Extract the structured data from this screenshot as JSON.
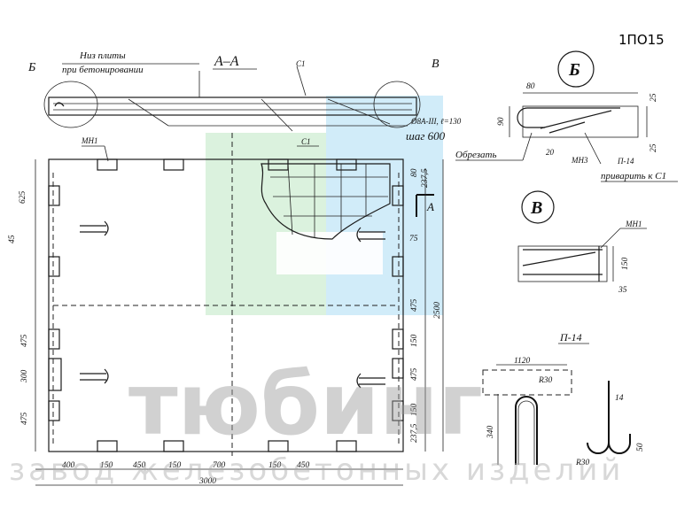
{
  "sheet_code": "1ПО15",
  "section_title": "А–А",
  "callouts": {
    "b": "Б",
    "v": "В",
    "a_mark": "А"
  },
  "notes": {
    "niz_plity": "Низ плиты",
    "pri_betonirovanii": "при бетонировании",
    "rebar_spec": "Ø8А-III, ℓ=130",
    "shag": "шаг 600",
    "obrezat": "Обрезать",
    "privarit": "приварить к С1",
    "mesh_label": "МН1",
    "mesh3_label": "МН3",
    "frame_label": "С1",
    "loop_label": "П-14",
    "loop_title": "П-14"
  },
  "plan_dims": {
    "bottom": [
      "400",
      "150",
      "450",
      "150",
      "700",
      "150",
      "450"
    ],
    "overall_width": "3000",
    "left": [
      "625",
      "475",
      "300",
      "475"
    ],
    "left_small": "45",
    "right": [
      "75",
      "475",
      "150",
      "475",
      "150",
      "237,5"
    ],
    "right_top": [
      "80",
      "237,5"
    ],
    "overall_height": "2500"
  },
  "detail_b_dims": [
    "80",
    "25",
    "90",
    "25",
    "20"
  ],
  "detail_v_dims": [
    "150",
    "35"
  ],
  "loop_dims": [
    "1120",
    "R30",
    "340",
    "14",
    "R30",
    "50"
  ],
  "watermark": {
    "brand": "тюбинг",
    "subtitle": "завод железобетонных изделий",
    "colors": [
      "#7fd08a",
      "#5ab9e8"
    ]
  }
}
